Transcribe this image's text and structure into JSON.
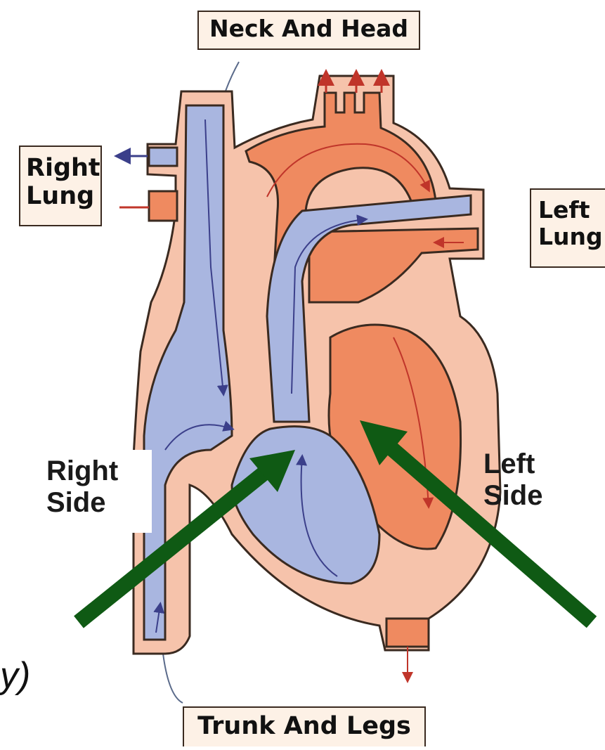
{
  "labels": {
    "neck_head": "Neck And Head",
    "trunk_legs": "Trunk And Legs",
    "right_lung": [
      "Right",
      "Lung"
    ],
    "left_lung": [
      "Left",
      "Lung"
    ],
    "right_side": [
      "Right",
      "Side"
    ],
    "left_side": [
      "Left",
      "Side"
    ],
    "cut_off_text": "y)"
  },
  "colors": {
    "deoxygenated": "#a9b6e0",
    "oxygenated": "#ef8a60",
    "tissue": "#f6c3ab",
    "outline": "#3a2a20",
    "flow_arrow": "#3b3f8a",
    "pointer_arrow": "#0f5a14",
    "label_background": "#fdf1e6"
  }
}
